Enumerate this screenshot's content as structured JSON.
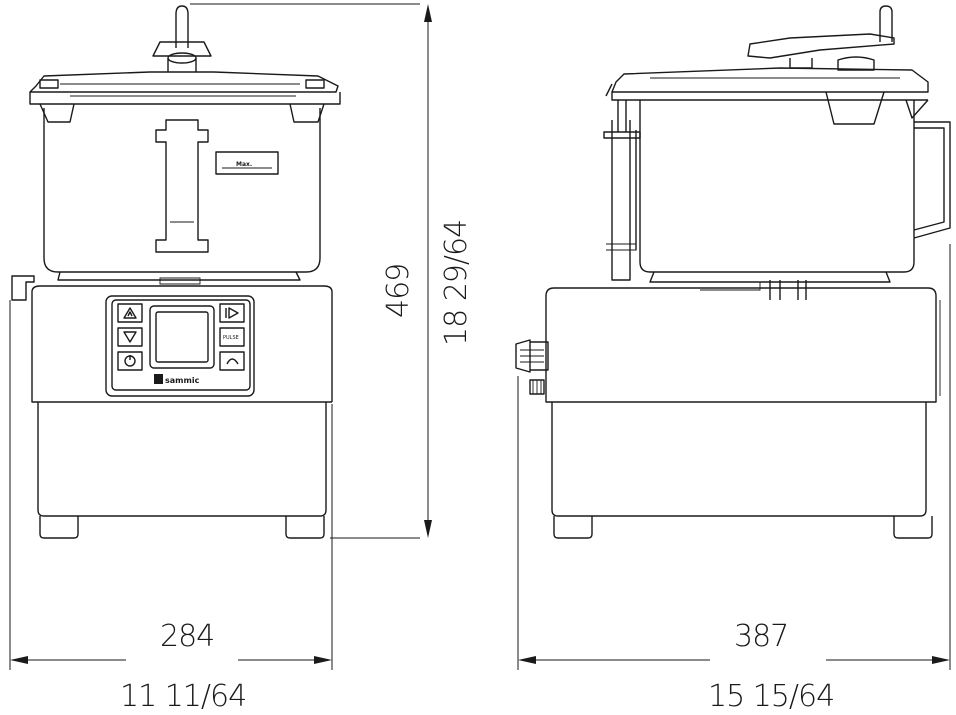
{
  "dimensions": {
    "front_width_mm": "284",
    "front_width_in": "11 11/64",
    "side_depth_mm": "387",
    "side_depth_in": "15 15/64",
    "height_mm": "469",
    "height_in": "18 29/64"
  },
  "panel": {
    "brand": "sammic",
    "pulse_label": "PULSE"
  },
  "bowl_label": "Max."
}
